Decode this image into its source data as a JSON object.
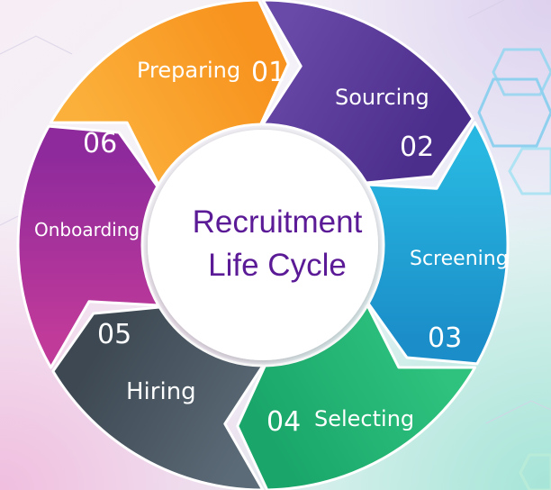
{
  "title": {
    "line1": "Recruitment",
    "line2": "Life Cycle",
    "color": "#5b1a96"
  },
  "stages": [
    {
      "number": "01",
      "label": "Preparing",
      "color_start": "#fbb03b",
      "color_end": "#f7931e"
    },
    {
      "number": "02",
      "label": "Sourcing",
      "color_start": "#6a4aa8",
      "color_end": "#4b2d8c"
    },
    {
      "number": "03",
      "label": "Screening",
      "color_start": "#28b7e0",
      "color_end": "#1b8ec9"
    },
    {
      "number": "04",
      "label": "Selecting",
      "color_start": "#2ec27e",
      "color_end": "#1aa66a"
    },
    {
      "number": "05",
      "label": "Hiring",
      "color_start": "#5c6b78",
      "color_end": "#3d4852"
    },
    {
      "number": "06",
      "label": "Onboarding",
      "color_start": "#c03a9a",
      "color_end": "#8e2a9c"
    }
  ]
}
